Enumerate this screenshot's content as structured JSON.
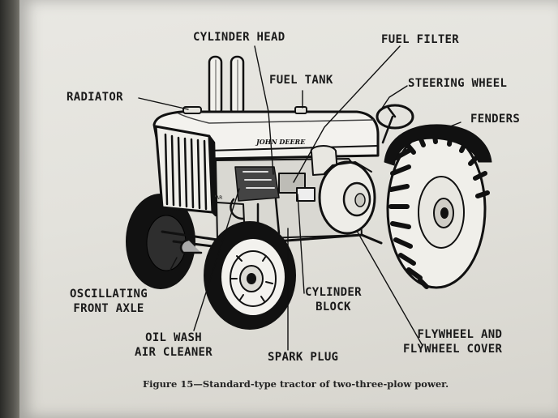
{
  "figure": {
    "labels": {
      "cylinder_head": "CYLINDER HEAD",
      "fuel_filter": "FUEL FILTER",
      "radiator": "RADIATOR",
      "fuel_tank": "FUEL TANK",
      "steering_wheel": "STEERING WHEEL",
      "fenders": "FENDERS",
      "oscillating_front_axle_line1": "OSCILLATING",
      "oscillating_front_axle_line2": "FRONT AXLE",
      "cylinder_block_line1": "CYLINDER",
      "cylinder_block_line2": "BLOCK",
      "oil_wash_line1": "OIL WASH",
      "oil_wash_line2": "AIR CLEANER",
      "spark_plug": "SPARK PLUG",
      "flywheel_line1": "FLYWHEEL AND",
      "flywheel_line2": "FLYWHEEL COVER"
    },
    "hood_brand": "JOHN DEERE",
    "grille_badge": "AR",
    "caption": "Figure 15—Standard-type tractor of two-three-plow power."
  }
}
